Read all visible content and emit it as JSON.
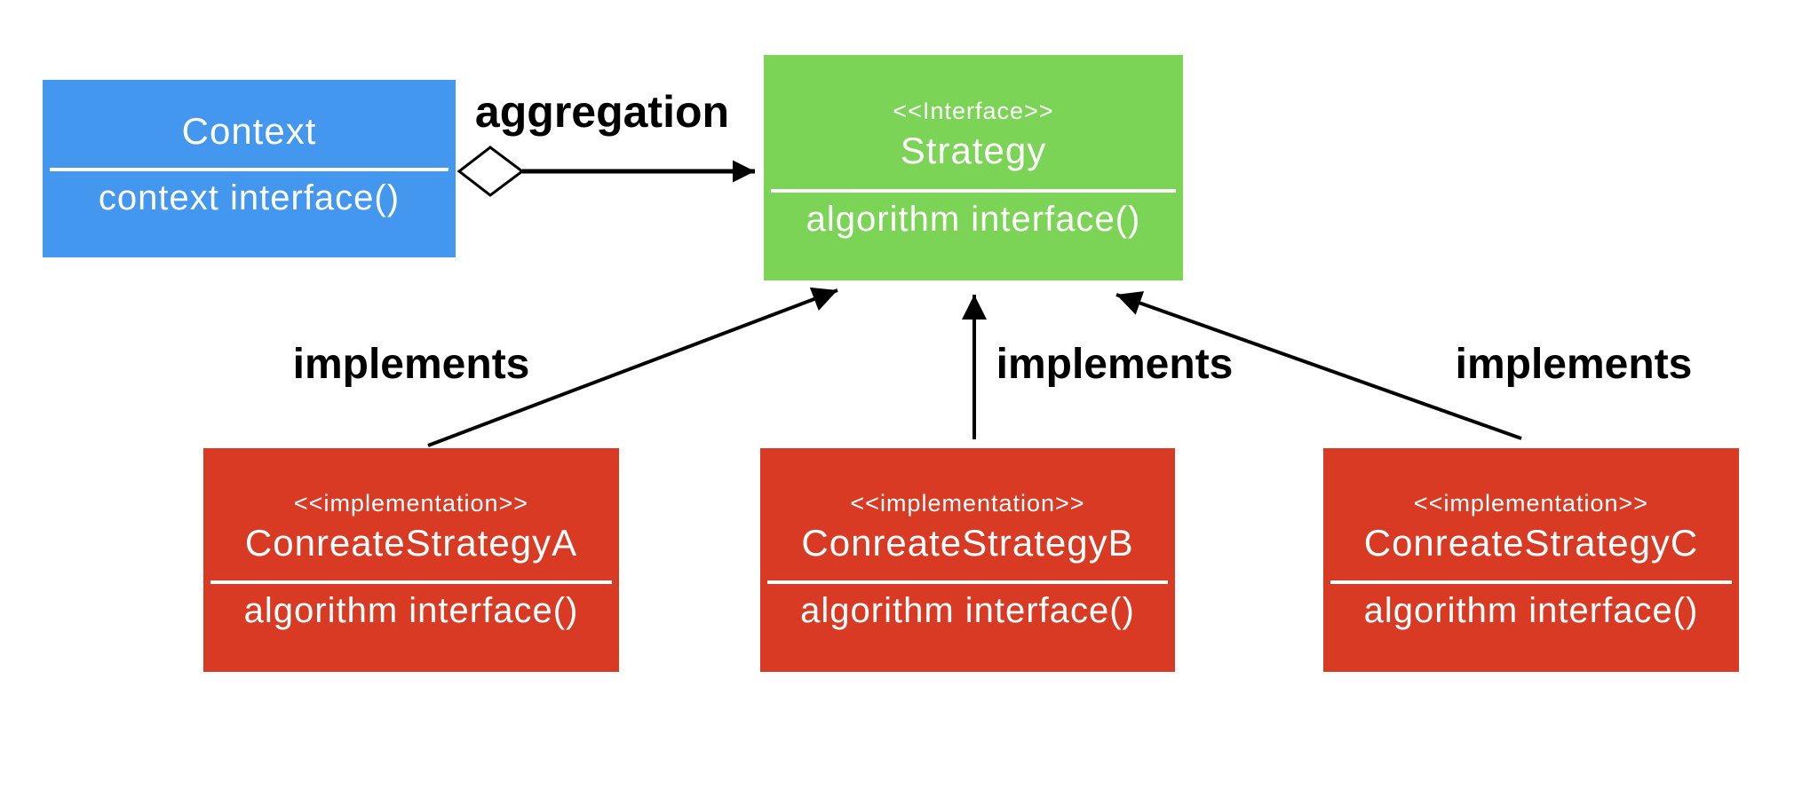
{
  "diagram": {
    "background": "#ffffff",
    "colors": {
      "context_box_fill": "#4497ee",
      "interface_box_fill": "#7cd457",
      "implementation_box_fill": "#d93a23",
      "box_text": "#ffffff",
      "connector": "#000000",
      "label_text": "#000000"
    },
    "context_box": {
      "name": "Context",
      "method": "context interface()"
    },
    "interface_box": {
      "stereotype": "<<Interface>>",
      "name": "Strategy",
      "method": "algorithm interface()"
    },
    "implementation_boxes": [
      {
        "stereotype": "<<implementation>>",
        "name": "ConreateStrategyA",
        "method": "algorithm interface()"
      },
      {
        "stereotype": "<<implementation>>",
        "name": "ConreateStrategyB",
        "method": "algorithm interface()"
      },
      {
        "stereotype": "<<implementation>>",
        "name": "ConreateStrategyC",
        "method": "algorithm interface()"
      }
    ],
    "labels": {
      "aggregation": "aggregation",
      "implements_a": "implements",
      "implements_b": "implements",
      "implements_c": "implements"
    }
  }
}
